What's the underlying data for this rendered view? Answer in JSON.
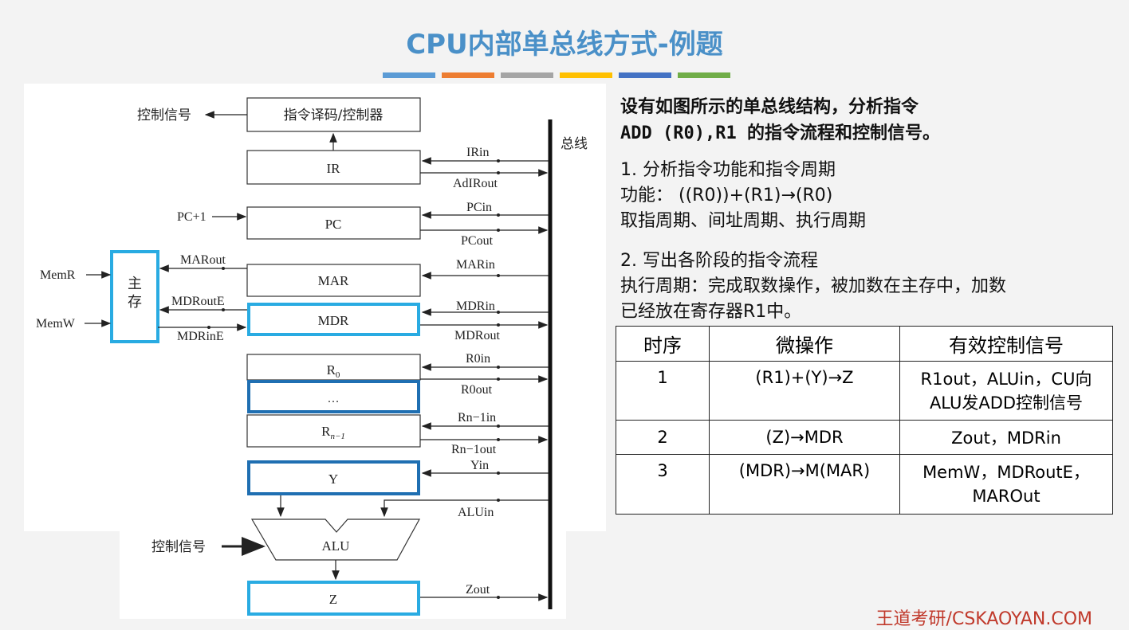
{
  "title": "CPU内部单总线方式-例题",
  "accent_colors": [
    "#5b9bd5",
    "#ed7d31",
    "#a5a5a5",
    "#ffc000",
    "#4472c4",
    "#70ad47"
  ],
  "diagram": {
    "bus_label": "总线",
    "ctrl_signal_top": "控制信号",
    "decoder_label": "指令译码/控制器",
    "ir": "IR",
    "ir_in": "IRin",
    "ad_ir_out": "AdIRout",
    "pc": "PC",
    "pc_plus1": "PC+1",
    "pc_in": "PCin",
    "pc_out": "PCout",
    "mar": "MAR",
    "mar_in": "MARin",
    "mar_out": "MARout",
    "mdr": "MDR",
    "mdr_in": "MDRin",
    "mdr_out": "MDRout",
    "mdr_out_e": "MDRoutE",
    "mdr_in_e": "MDRinE",
    "mem_label": "主存",
    "mem_r": "MemR",
    "mem_w": "MemW",
    "r0": "R",
    "r0_sub": "0",
    "r0_in": "R0in",
    "r0_out": "R0out",
    "dots": "…",
    "rn1": "R",
    "rn1_sub": "n−1",
    "rn1_in": "Rn−1in",
    "rn1_out": "Rn−1out",
    "y": "Y",
    "y_in": "Yin",
    "alu": "ALU",
    "alu_in": "ALUin",
    "ctrl_signal_alu": "控制信号",
    "z": "Z",
    "z_out": "Zout"
  },
  "question": {
    "line1": "设有如图所示的单总线结构，分析指令",
    "line2": "ADD (R0),R1 的指令流程和控制信号。"
  },
  "step1": {
    "heading": "1. 分析指令功能和指令周期",
    "function": "功能： ((R0))+(R1)→(R0)",
    "cycles": "取指周期、间址周期、执行周期"
  },
  "step2": {
    "heading": "2. 写出各阶段的指令流程",
    "desc1": "执行周期：完成取数操作，被加数在主存中，加数",
    "desc2": "已经放在寄存器R1中。"
  },
  "table": {
    "headers": [
      "时序",
      "微操作",
      "有效控制信号"
    ],
    "rows": [
      {
        "seq": "1",
        "op": "(R1)+(Y)→Z",
        "sig1": "R1out，ALUin，CU向",
        "sig2": "ALU发ADD控制信号"
      },
      {
        "seq": "2",
        "op": "(Z)→MDR",
        "sig1": "Zout，MDRin",
        "sig2": ""
      },
      {
        "seq": "3",
        "op": "(MDR)→M(MAR)",
        "sig1": "MemW，MDRoutE，",
        "sig2": "MAROut"
      }
    ]
  },
  "footer": "王道考研/CSKAOYAN.COM"
}
